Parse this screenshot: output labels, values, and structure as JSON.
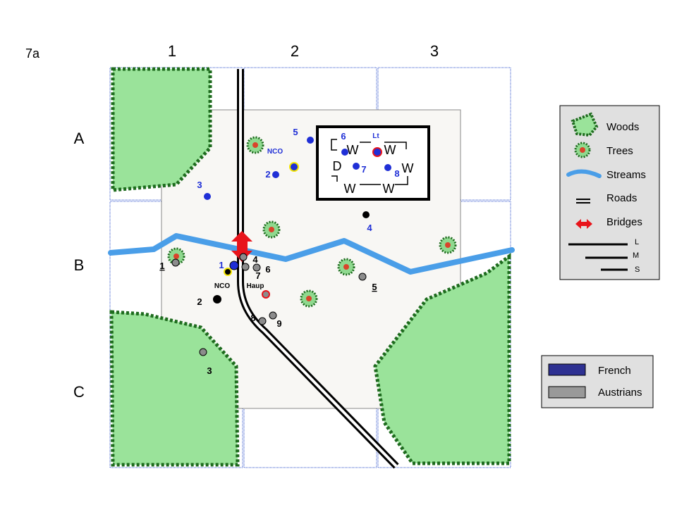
{
  "page_label": "7a",
  "columns": [
    "1",
    "2",
    "3"
  ],
  "rows": [
    "A",
    "B",
    "C"
  ],
  "building": {
    "officer_label": "Lt",
    "window_label": "W",
    "door_label": "D"
  },
  "french_units": [
    {
      "label": "1",
      "type": "soldier"
    },
    {
      "label": "2",
      "type": "soldier"
    },
    {
      "label": "3",
      "type": "soldier"
    },
    {
      "label": "4",
      "type": "soldier"
    },
    {
      "label": "5",
      "type": "soldier"
    },
    {
      "label": "6",
      "type": "soldier"
    },
    {
      "label": "7",
      "type": "soldier"
    },
    {
      "label": "8",
      "type": "soldier"
    },
    {
      "label": "NCO",
      "type": "nco"
    },
    {
      "label": "Lt",
      "type": "officer"
    }
  ],
  "austrian_units": [
    {
      "label": "1",
      "type": "soldier"
    },
    {
      "label": "2",
      "type": "soldier"
    },
    {
      "label": "3",
      "type": "soldier"
    },
    {
      "label": "4",
      "type": "soldier"
    },
    {
      "label": "5",
      "type": "soldier"
    },
    {
      "label": "6",
      "type": "soldier"
    },
    {
      "label": "7",
      "type": "soldier"
    },
    {
      "label": "8",
      "type": "soldier"
    },
    {
      "label": "9",
      "type": "soldier"
    },
    {
      "label": "NCO",
      "type": "nco"
    },
    {
      "label": "Haup",
      "type": "officer"
    }
  ],
  "terrain_legend": [
    {
      "label": "Woods",
      "icon": "woods-icon"
    },
    {
      "label": "Trees",
      "icon": "tree-icon"
    },
    {
      "label": "Streams",
      "icon": "stream-icon"
    },
    {
      "label": "Roads",
      "icon": "road-icon"
    },
    {
      "label": "Bridges",
      "icon": "bridge-icon"
    }
  ],
  "range_legend": [
    "L",
    "M",
    "S"
  ],
  "side_legend": [
    {
      "label": "French",
      "color": "#2E3192"
    },
    {
      "label": "Austrians",
      "color": "#999999"
    }
  ],
  "colors": {
    "woods_fill": "#9AE39A",
    "woods_border": "#1E6B1E",
    "stream": "#4A9EE8",
    "bridge": "#E8141B",
    "french": "#1F2FD6",
    "french_label": "#1F2FD6",
    "austrian": "#8C8C8C",
    "nco_ring": "#F5E600",
    "officer_ring": "#E8141B",
    "black_unit": "#000000"
  }
}
